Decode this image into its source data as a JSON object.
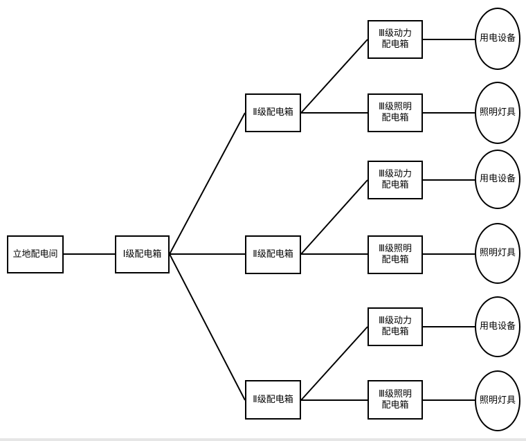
{
  "root": {
    "label": "立地配电间"
  },
  "level1": {
    "label": "Ⅰ级配电箱"
  },
  "level2": [
    {
      "label": "Ⅱ级配电箱",
      "children": [
        {
          "line1": "Ⅲ级动力",
          "line2": "配电箱",
          "device": "用电设备"
        },
        {
          "line1": "Ⅲ级照明",
          "line2": "配电箱",
          "device": "照明灯具"
        }
      ]
    },
    {
      "label": "Ⅱ级配电箱",
      "children": [
        {
          "line1": "Ⅲ级动力",
          "line2": "配电箱",
          "device": "用电设备"
        },
        {
          "line1": "Ⅲ级照明",
          "line2": "配电箱",
          "device": "照明灯具"
        }
      ]
    },
    {
      "label": "Ⅱ级配电箱",
      "children": [
        {
          "line1": "Ⅲ级动力",
          "line2": "配电箱",
          "device": "用电设备"
        },
        {
          "line1": "Ⅲ级照明",
          "line2": "配电箱",
          "device": "照明灯具"
        }
      ]
    }
  ]
}
